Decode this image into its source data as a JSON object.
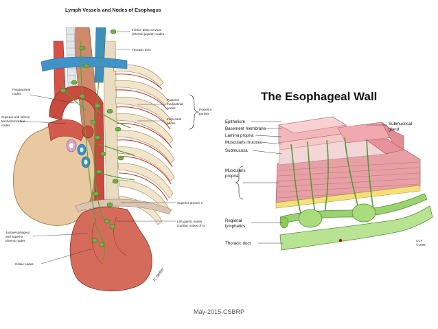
{
  "left_figure": {
    "title": "Lymph Vessels and Nodes of Esophagus",
    "labels": {
      "inferior_deep_cervical": "Inferior deep cervical",
      "internal_jugular": "(internal jugular) nodes",
      "thoracic_duct": "Thoracic duct",
      "paratracheal": "Paratracheal",
      "paratracheal_2": "nodes",
      "sup_inf_1": "Superior and inferior",
      "sup_inf_2": "tracheobronchial",
      "sup_inf_3": "nodes",
      "post_med_1": "Posterior",
      "post_med_2": "mediastinal",
      "post_med_3": "nodes",
      "posterior_parietal_1": "Posterior",
      "posterior_parietal_2": "parieta",
      "intercostal_1": "Intercostal",
      "intercostal_2": "nodes",
      "superior_phrenic": "Superior phrenic n",
      "left_gastric_1": "Left gastric nodes",
      "left_gastric_2": "(cardiac nodes of st",
      "juxta_1": "Juxtaesophageal",
      "juxta_2": "and superior",
      "juxta_3": "phrenic nodes",
      "celiac": "Celiac nodes",
      "signature": "F. Netter"
    }
  },
  "right_figure": {
    "title": "The Esophageal Wall",
    "labels": {
      "epithelium": "Epithelium",
      "basement_membrane": "Basement membrane",
      "lamina_propria": "Lamina propria",
      "muscularis_mucosa": "Muscularis mucosa",
      "submucosa": "Submucosa",
      "muscularis_propria_1": "Muscularis",
      "muscularis_propria_2": "propria",
      "submucosal_gland_1": "Submucosal",
      "submucosal_gland_2": "gland",
      "regional_lymphatics_1": "Regional",
      "regional_lymphatics_2": "lymphatics",
      "thoracic_duct": "Thoracic duct",
      "ccf_1": "CCF",
      "ccf_2": "©1999"
    }
  },
  "footer": "May-2015-CSBRP"
}
